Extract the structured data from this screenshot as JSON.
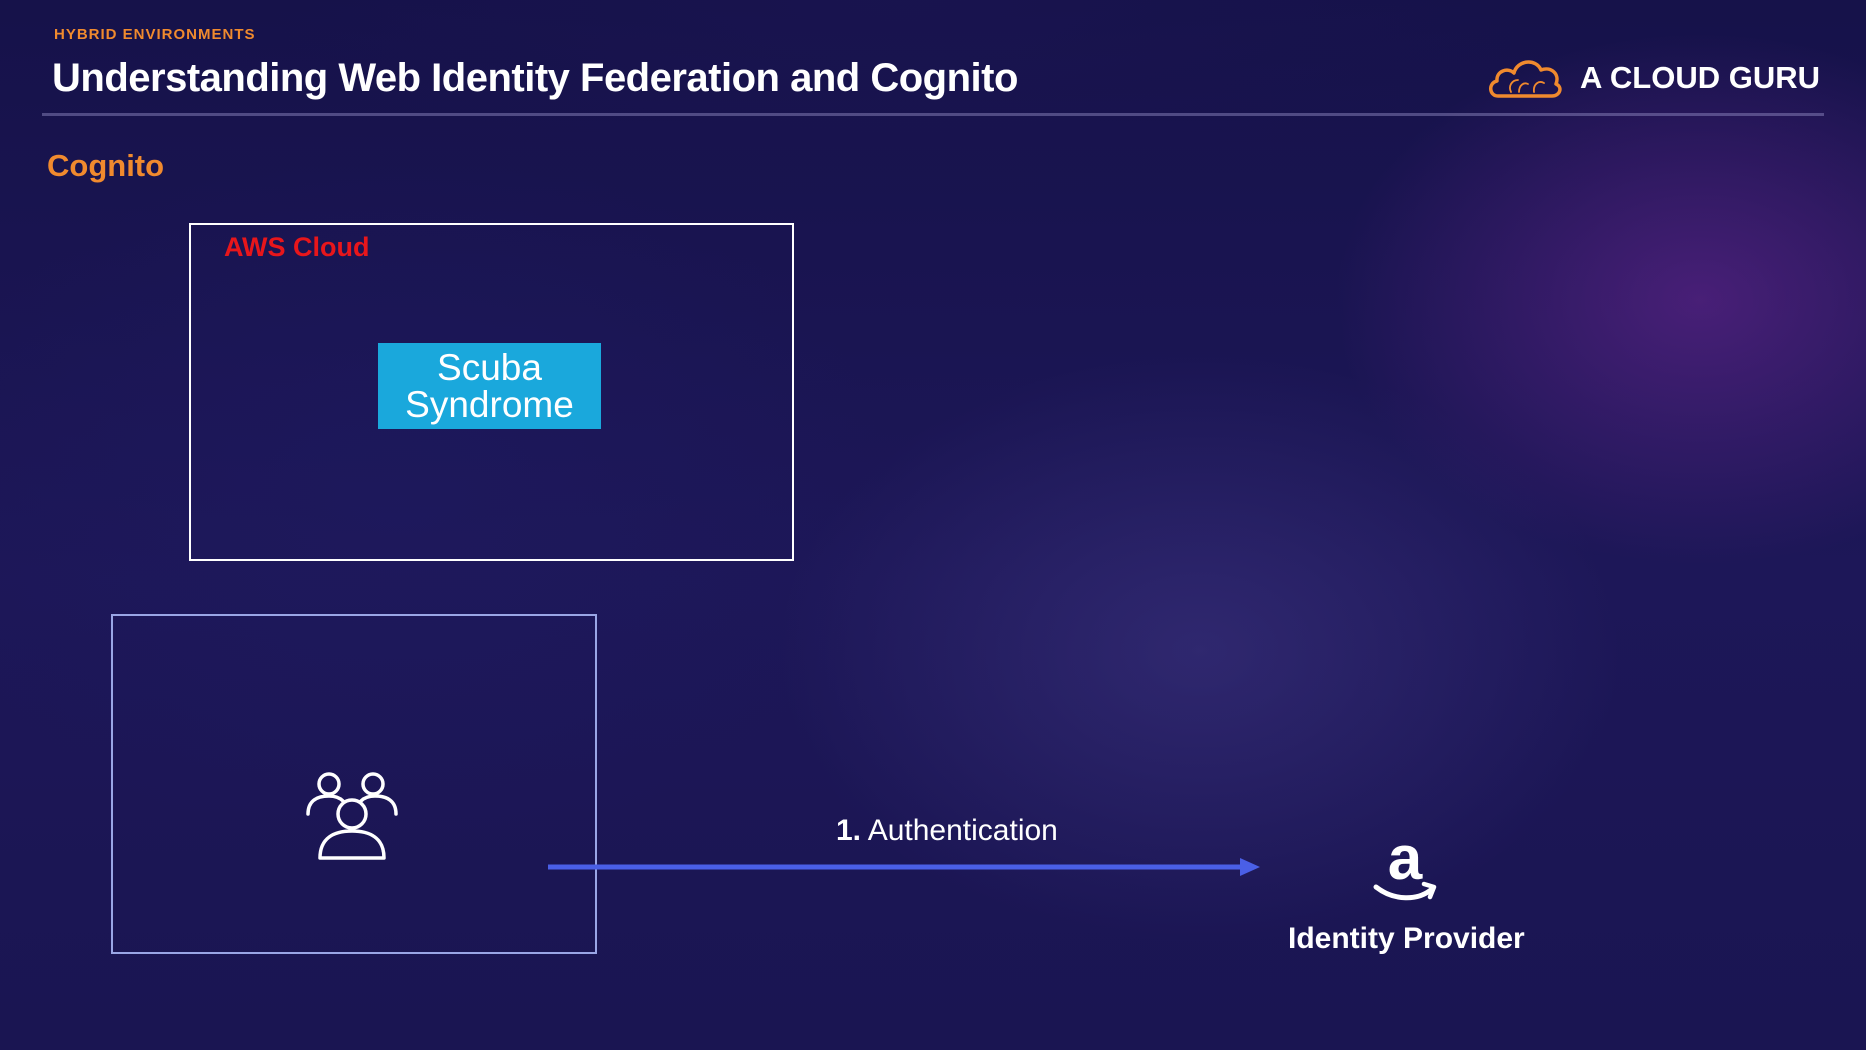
{
  "header": {
    "kicker": "HYBRID ENVIRONMENTS",
    "title": "Understanding Web Identity Federation and Cognito",
    "brand_name": "A CLOUD GURU",
    "brand_icon": "cloud-logo-icon"
  },
  "section": {
    "subtitle": "Cognito"
  },
  "diagram": {
    "aws_cloud_label": "AWS Cloud",
    "app_label": "Scuba Syndrome",
    "users_icon": "users-group-icon",
    "step_number": "1.",
    "step_label": "Authentication",
    "identity_provider_icon": "amazon-icon",
    "identity_provider_label": "Identity Provider"
  },
  "colors": {
    "accent_orange": "#f08a2e",
    "aws_red": "#e8161b",
    "app_blue": "#1aa8dc",
    "arrow_blue": "#4a5fe6",
    "background": "#1a1552"
  }
}
